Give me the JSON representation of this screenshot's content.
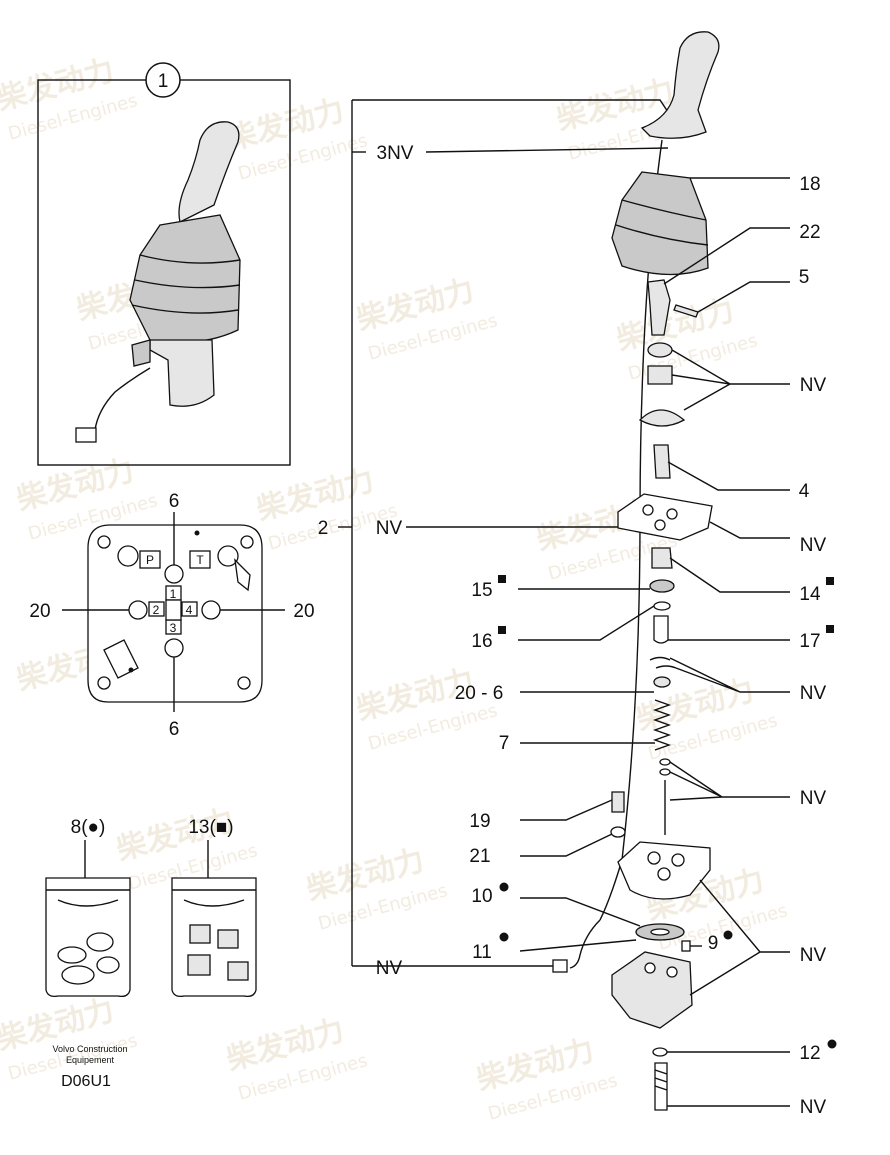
{
  "watermark": {
    "text_cn": "柴发动力",
    "text_en": "Diesel-Engines"
  },
  "callouts": {
    "item_1": "1",
    "label_3nv": "3NV",
    "label_18": "18",
    "label_22": "22",
    "label_5": "5",
    "label_nv_a": "NV",
    "label_4": "4",
    "label_2": "2",
    "label_nv_left": "NV",
    "label_nv_b": "NV",
    "label_15": "15",
    "label_14": "14",
    "label_16": "16",
    "label_17": "17",
    "label_nv_c": "NV",
    "label_20_6": "20 - 6",
    "label_7": "7",
    "label_nv_d": "NV",
    "label_19": "19",
    "label_21": "21",
    "label_10": "10",
    "label_11": "11",
    "label_9": "9",
    "label_nv_e": "NV",
    "label_nv_bottom_left": "NV",
    "label_12": "12",
    "label_nv_f": "NV"
  },
  "port_diagram": {
    "label_6_top": "6",
    "label_6_bottom": "6",
    "label_20_left": "20",
    "label_20_right": "20",
    "port_p": "P",
    "port_t": "T",
    "port_1": "1",
    "port_2": "2",
    "port_3": "3",
    "port_4": "4"
  },
  "kits": {
    "label_8": "8(●)",
    "label_13": "13(■)"
  },
  "footer": {
    "company_line1": "Volvo Construction",
    "company_line2": "Equipement",
    "code": "D06U1"
  }
}
